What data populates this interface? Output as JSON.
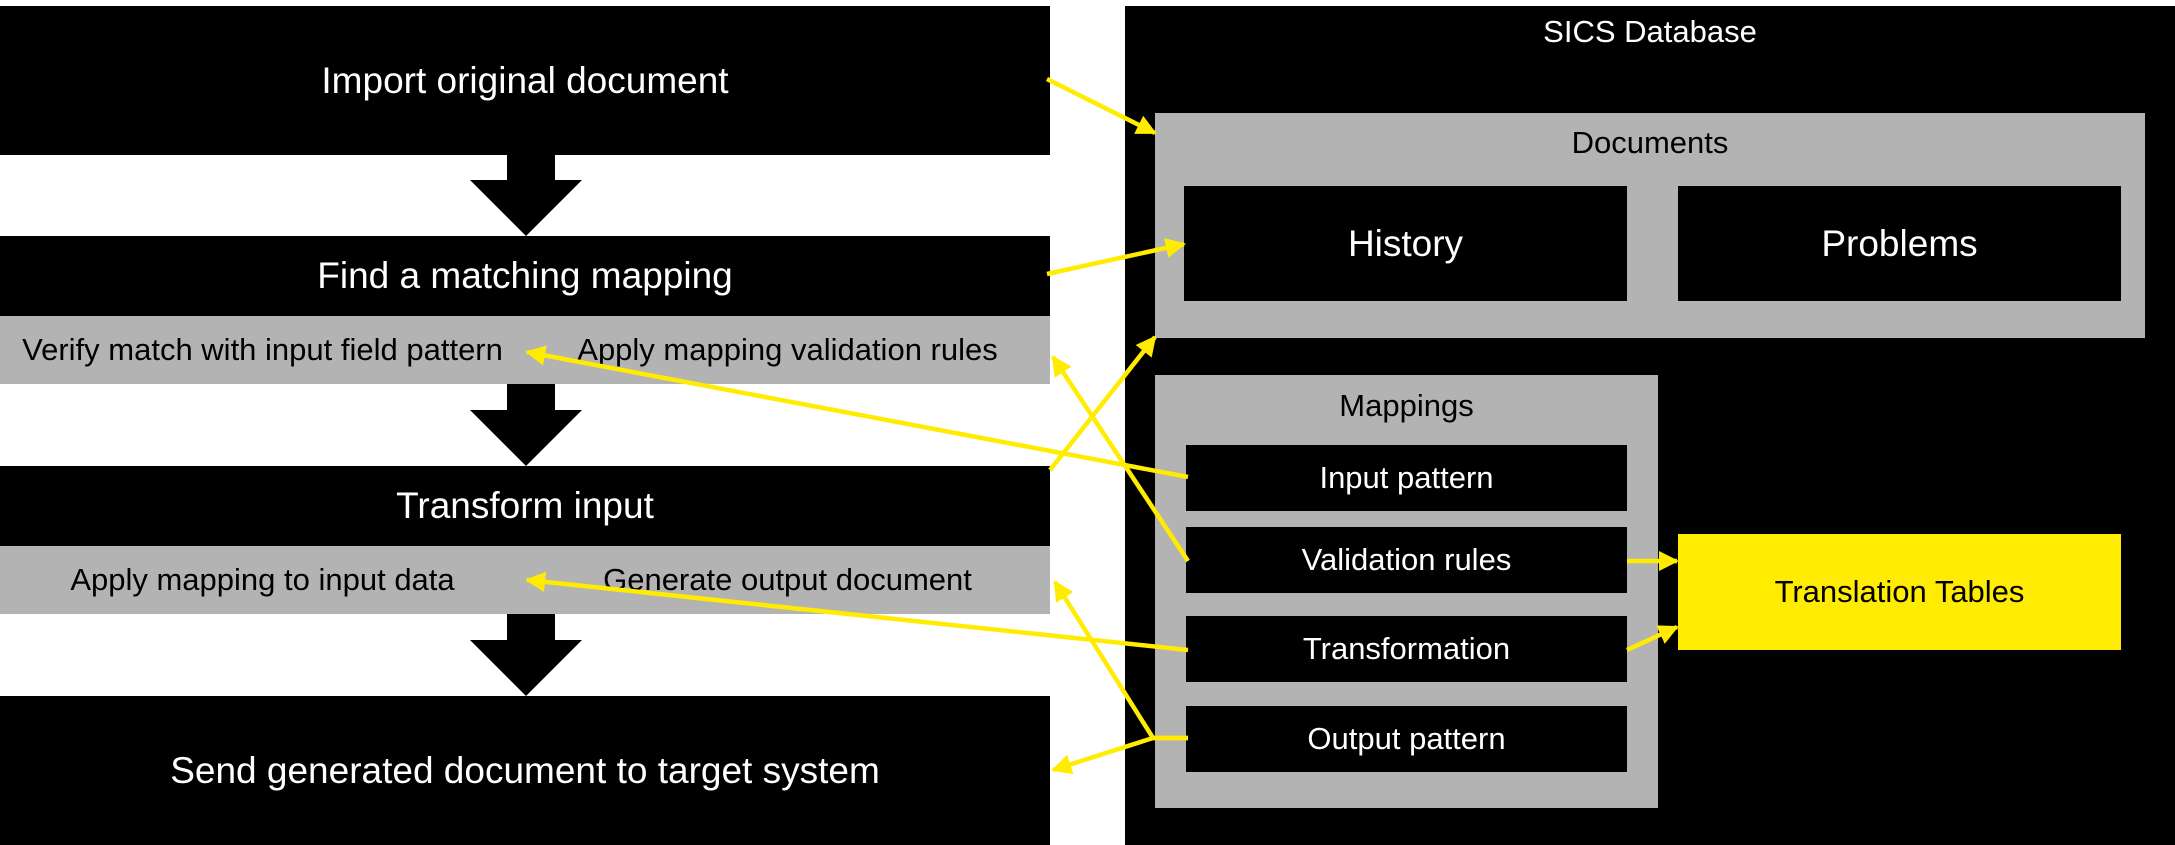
{
  "process": {
    "step1": "Import original document",
    "step2": {
      "title": "Find a matching mapping",
      "sub_left": "Verify match with input field pattern",
      "sub_right": "Apply mapping validation rules"
    },
    "step3": {
      "title": "Transform input",
      "sub_left": "Apply mapping to input data",
      "sub_right": "Generate output document"
    },
    "step4": "Send generated document to target system"
  },
  "database": {
    "title": "SICS Database",
    "documents": {
      "title": "Documents",
      "history": "History",
      "problems": "Problems"
    },
    "mappings": {
      "title": "Mappings",
      "items": [
        "Input pattern",
        "Validation rules",
        "Transformation",
        "Output pattern"
      ]
    },
    "translation_tables": "Translation Tables"
  },
  "colors": {
    "background": "#ffffff",
    "box_dark": "#000000",
    "box_gray": "#b3b3b3",
    "accent_yellow": "#ffec00",
    "arrow_yellow": "#ffec00"
  }
}
